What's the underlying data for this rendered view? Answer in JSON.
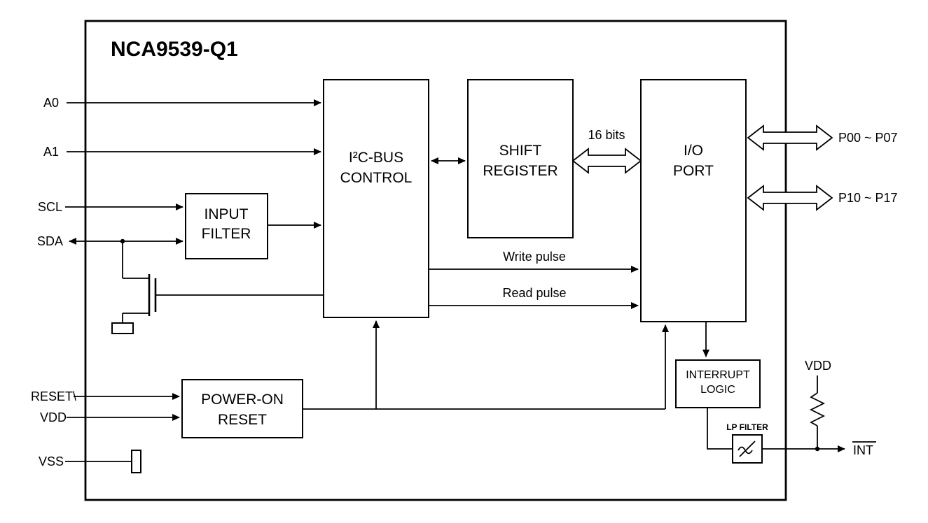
{
  "title": "NCA9539-Q1",
  "blocks": {
    "i2c": {
      "line1": "I²C-BUS",
      "line2": "CONTROL"
    },
    "shift": {
      "line1": "SHIFT",
      "line2": "REGISTER"
    },
    "io": {
      "line1": "I/O",
      "line2": "PORT"
    },
    "input_filter": {
      "line1": "INPUT",
      "line2": "FILTER"
    },
    "por": {
      "line1": "POWER-ON",
      "line2": "RESET"
    },
    "interrupt": {
      "line1": "INTERRUPT",
      "line2": "LOGIC"
    },
    "lp_filter": {
      "label": "LP FILTER"
    }
  },
  "pins": {
    "a0": "A0",
    "a1": "A1",
    "scl": "SCL",
    "sda": "SDA",
    "reset": "RESET\\",
    "vdd_left": "VDD",
    "vss": "VSS",
    "p00_p07": "P00 ~ P07",
    "p10_p17": "P10 ~ P17",
    "vdd_right": "VDD",
    "int": "INT"
  },
  "signals": {
    "bits16": "16 bits",
    "write_pulse": "Write pulse",
    "read_pulse": "Read pulse"
  },
  "colors": {
    "line": "#000000",
    "background": "#ffffff"
  }
}
